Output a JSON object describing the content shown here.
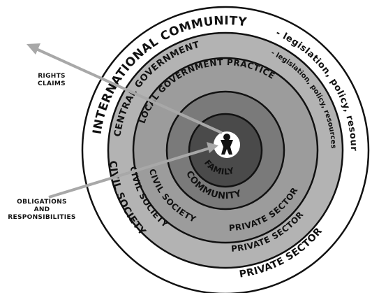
{
  "rings": {
    "international": {
      "title": "INTERNATIONAL COMMUNITY",
      "subtitle": "- legislation, policy, resources",
      "civil_society": "CIVIL SOCIETY",
      "private_sector": "PRIVATE SECTOR",
      "fill": "#ffffff"
    },
    "central": {
      "title": "CENTRAL GOVERNMENT",
      "subtitle": "- legislation, policy, resources",
      "civil_society": "CIVIL SOCIETY",
      "private_sector": "PRIVATE SECTOR",
      "fill": "#b3b3b3"
    },
    "local": {
      "title": "LOCAL GOVERNMENT PRACTICE",
      "civil_society": "CIVIL SOCIETY",
      "private_sector": "PRIVATE SECTOR",
      "fill": "#9c9c9c"
    },
    "community": {
      "label": "COMMUNITY",
      "fill": "#7a7a7a"
    },
    "family": {
      "label": "FAMILY",
      "fill": "#4a4a4a"
    }
  },
  "arrows": {
    "rights": {
      "label_line1": "RIGHTS",
      "label_line2": "CLAIMS",
      "color": "#a8a8a8"
    },
    "obligations": {
      "label_line1": "OBLIGATIONS",
      "label_line2": "AND",
      "label_line3": "RESPONSIBILITIES",
      "color": "#a8a8a8"
    }
  },
  "icons": {
    "center": "child-icon"
  },
  "colors": {
    "outline": "#111111",
    "text": "#111111"
  }
}
